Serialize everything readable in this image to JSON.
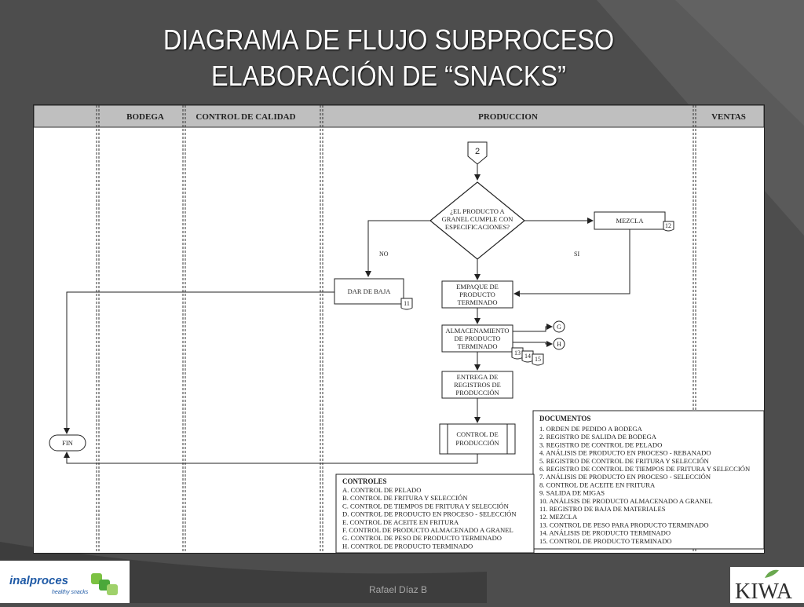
{
  "title": {
    "line1": "DIAGRAMA  DE FLUJO SUBPROCESO",
    "line2": "ELABORACIÓN DE “SNACKS”"
  },
  "lanes": [
    "",
    "BODEGA",
    "CONTROL DE CALIDAD",
    "PRODUCCION",
    "VENTAS"
  ],
  "connector_start": "2",
  "decision": [
    "¿EL PRODUCTO A",
    "GRANEL CUMPLE CON",
    "ESPECIFICACIONES?"
  ],
  "branch_no": "NO",
  "branch_si": "SI",
  "boxes": {
    "mezcla": "MEZCLA",
    "mezcla_doc": "12",
    "dar_de_baja": "DAR DE BAJA",
    "dar_de_baja_doc": "11",
    "empaque": [
      "EMPAQUE DE",
      "PRODUCTO",
      "TERMINADO"
    ],
    "almacenamiento": [
      "ALMACENAMIENTO",
      "DE PRODUCTO",
      "TERMINADO"
    ],
    "almacenamiento_docs": [
      "13",
      "14",
      "15"
    ],
    "connector_g": "G",
    "connector_h": "H",
    "entrega": [
      "ENTREGA DE",
      "REGISTROS DE",
      "PRODUCCIÓN"
    ],
    "control_produccion": [
      "CONTROL DE",
      "PRODUCCIÓN"
    ],
    "fin": "FIN"
  },
  "documentos": {
    "title": "DOCUMENTOS",
    "items": [
      "1. ORDEN DE PEDIDO A BODEGA",
      "2. REGISTRO DE SALIDA DE BODEGA",
      "3. REGISTRO DE CONTROL DE PELADO",
      "4. ANÁLISIS DE PRODUCTO EN PROCESO - REBANADO",
      "5. REGISTRO DE CONTROL DE FRITURA Y SELECCIÓN",
      "6. REGISTRO DE CONTROL DE TIEMPOS DE FRITURA Y SELECCIÓN",
      "7. ANÁLISIS DE PRODUCTO EN PROCESO - SELECCIÓN",
      "8. CONTROL DE ACEITE EN FRITURA",
      "9. SALIDA DE MIGAS",
      "10. ANÁLISIS DE PRODUCTO ALMACENADO A GRANEL",
      "11. REGISTRO DE BAJA DE MATERIALES",
      "12. MEZCLA",
      "13. CONTROL DE PESO PARA PRODUCTO TERMINADO",
      "14. ANÁLISIS DE PRODUCTO TERMINADO",
      "15. CONTROL DE PRODUCTO TERMINADO"
    ]
  },
  "controles": {
    "title": "CONTROLES",
    "items": [
      "A. CONTROL DE PELADO",
      "B. CONTROL DE FRITURA Y SELECCIÓN",
      "C. CONTROL DE TIEMPOS DE FRITURA Y SELECCIÓN",
      "D. CONTROL DE PRODUCTO EN PROCESO - SELECCIÓN",
      "E. CONTROL DE ACEITE EN FRITURA",
      "F. CONTROL DE PRODUCTO ALMACENADO A GRANEL",
      "G. CONTROL DE PESO DE PRODUCTO TERMINADO",
      "H. CONTROL DE PRODUCTO TERMINADO"
    ]
  },
  "footer": {
    "left_logo": "inalproces",
    "left_logo_sub": "healthy snacks",
    "credit": "Rafael Díaz B",
    "right_logo": "KIWA"
  }
}
